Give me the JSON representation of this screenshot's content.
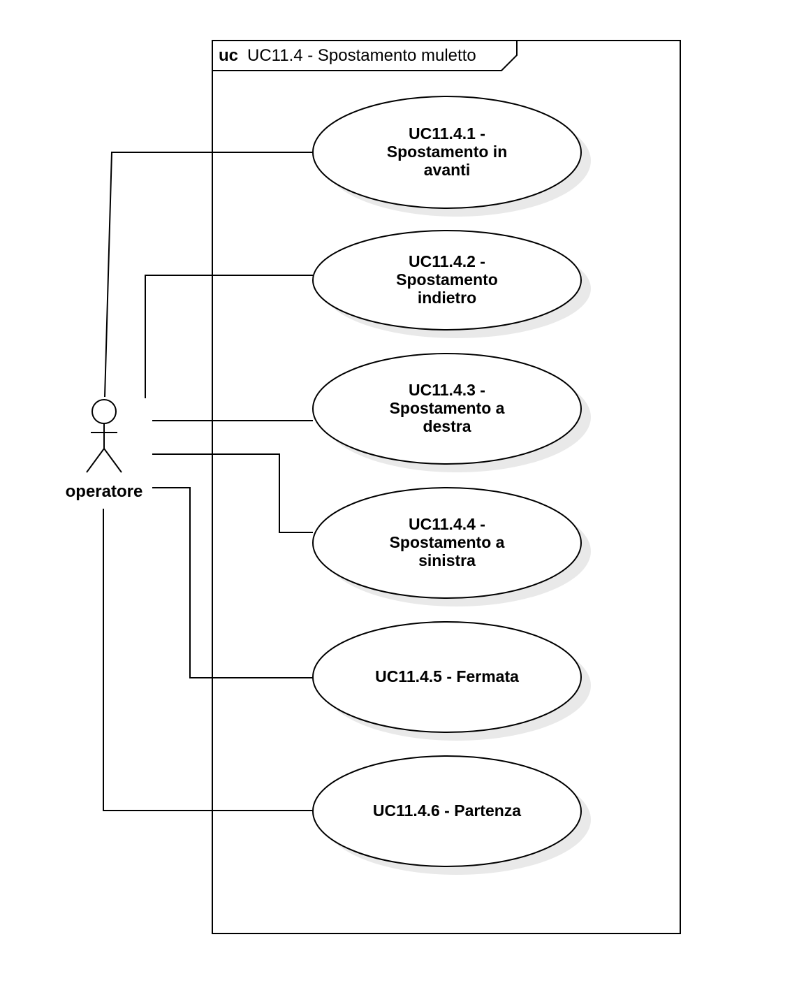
{
  "frame": {
    "keyword": "uc",
    "title": "UC11.4 - Spostamento muletto"
  },
  "actor": {
    "name": "operatore"
  },
  "use_cases": [
    {
      "id": "uc1",
      "lines": [
        "UC11.4.1 -",
        "Spostamento in",
        "avanti"
      ]
    },
    {
      "id": "uc2",
      "lines": [
        "UC11.4.2 -",
        "Spostamento",
        "indietro"
      ]
    },
    {
      "id": "uc3",
      "lines": [
        "UC11.4.3 -",
        "Spostamento a",
        "destra"
      ]
    },
    {
      "id": "uc4",
      "lines": [
        "UC11.4.4 -",
        "Spostamento a",
        "sinistra"
      ]
    },
    {
      "id": "uc5",
      "lines": [
        "UC11.4.5 - Fermata"
      ]
    },
    {
      "id": "uc6",
      "lines": [
        "UC11.4.6 - Partenza"
      ]
    }
  ]
}
